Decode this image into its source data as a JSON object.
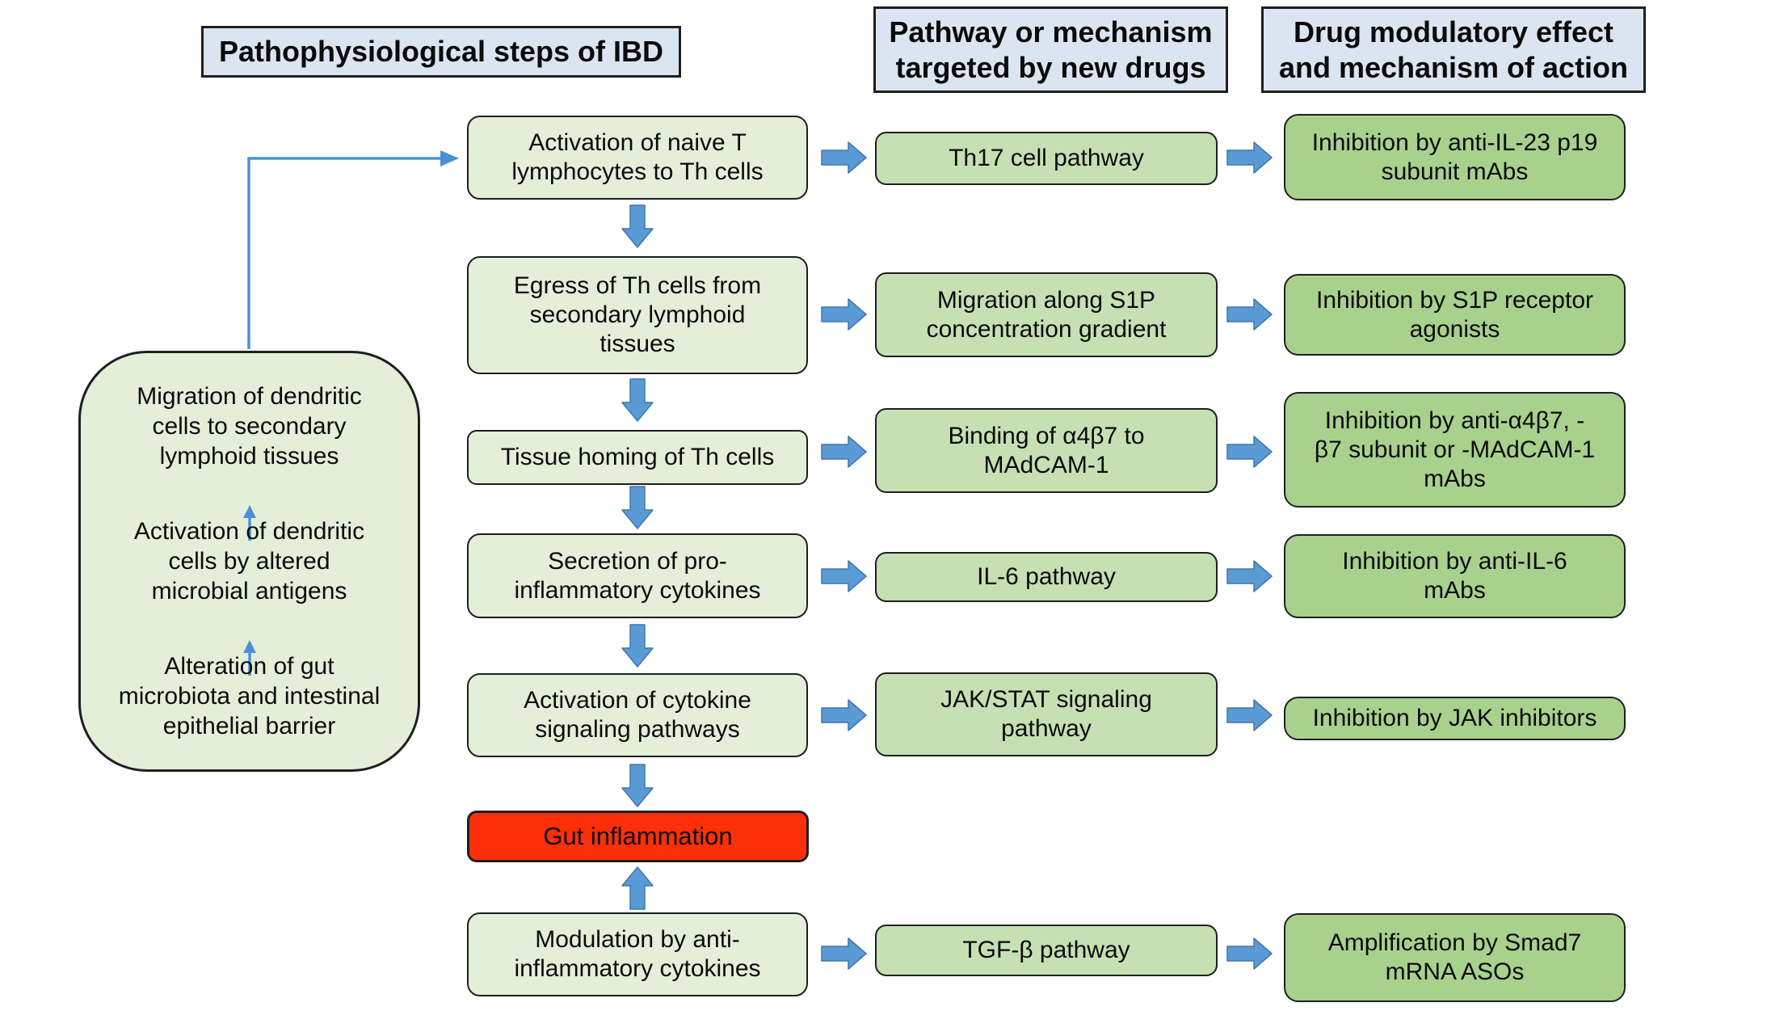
{
  "headers": {
    "steps": "Pathophysiological steps of IBD",
    "pathway": "Pathway or mechanism\ntargeted by new drugs",
    "drug": "Drug modulatory effect\nand mechanism of action"
  },
  "precursor_box": {
    "items": [
      "Migration of dendritic\ncells to secondary\nlymphoid tissues",
      "Activation of dendritic\ncells by altered\nmicrobial antigens",
      "Alteration of gut\nmicrobiota and intestinal\nepithelial barrier"
    ]
  },
  "rows": [
    {
      "step": "Activation of naive T\nlymphocytes to Th cells",
      "pathway": "Th17 cell pathway",
      "drug": "Inhibition by anti-IL-23 p19\nsubunit mAbs"
    },
    {
      "step": "Egress of Th cells from\nsecondary lymphoid\ntissues",
      "pathway": "Migration along S1P\nconcentration gradient",
      "drug": "Inhibition by S1P receptor\nagonists"
    },
    {
      "step": "Tissue homing of Th cells",
      "pathway": "Binding of α4β7 to\nMAdCAM-1",
      "drug": "Inhibition by anti-α4β7, -\nβ7 subunit or -MAdCAM-1\nmAbs"
    },
    {
      "step": "Secretion of pro-\ninflammatory cytokines",
      "pathway": "IL-6 pathway",
      "drug": "Inhibition by anti-IL-6\nmAbs"
    },
    {
      "step": "Activation of cytokine\nsignaling pathways",
      "pathway": "JAK/STAT signaling\npathway",
      "drug": "Inhibition by JAK inhibitors"
    },
    {
      "step": "Modulation by anti-\ninflammatory cytokines",
      "pathway": "TGF-β pathway",
      "drug": "Amplification by Smad7\nmRNA ASOs"
    }
  ],
  "outcome": {
    "label": "Gut inflammation"
  },
  "colors": {
    "header_fill": "#dbe5f1",
    "step_fill": "#e4efda",
    "pathway_fill": "#c6e0b4",
    "drug_fill": "#a9d18e",
    "outcome_fill": "#fc2f08",
    "arrow_fill": "#5b9bd5",
    "arrow_stroke": "#4076ad",
    "line_blue": "#4a90d8",
    "border_dark": "#1f1f1f",
    "text_color": "#0b0b0b",
    "bg": "#ffffff"
  }
}
